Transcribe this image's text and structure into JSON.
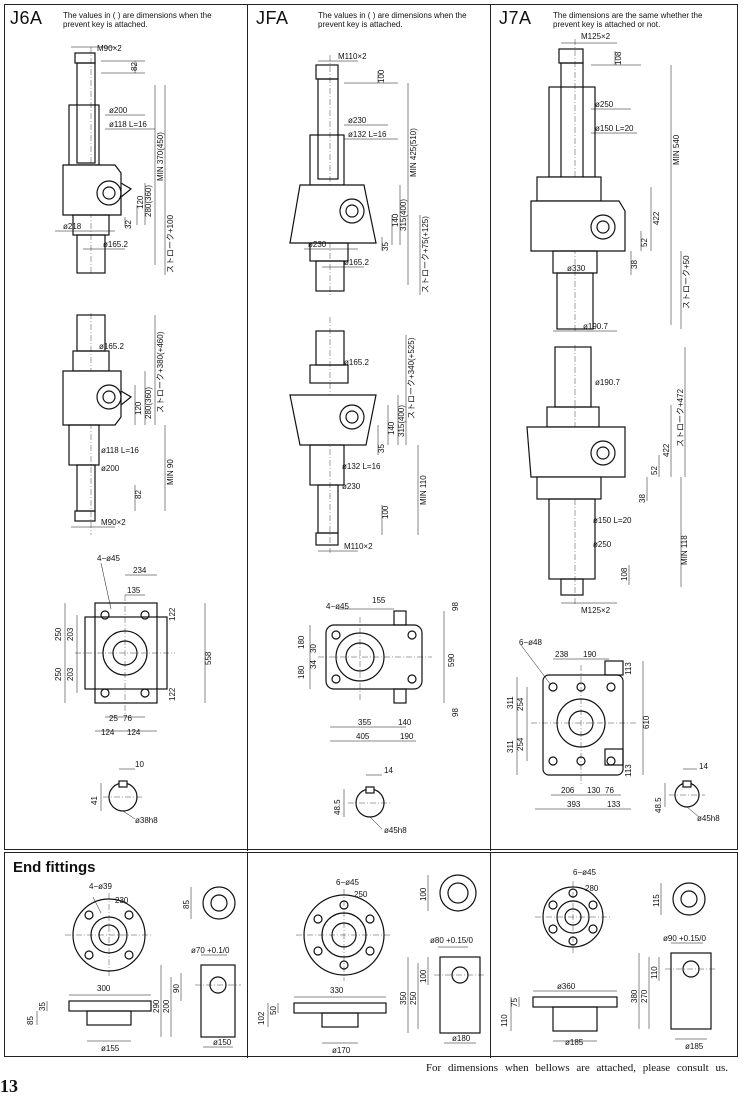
{
  "models": {
    "j6a": {
      "name": "J6A",
      "note": "The values in (  ) are dimensions when the prevent key is attached."
    },
    "jfa": {
      "name": "JFA",
      "note": "The values in (  ) are dimensions when the prevent key is attached."
    },
    "j7a": {
      "name": "J7A",
      "note": "The dimensions are the same whether the prevent key is attached or not."
    }
  },
  "dims": {
    "j6a": {
      "thread": "M90×2",
      "d82": "82",
      "d200": "ø200",
      "d118": "ø118 L=16",
      "min": "MIN 370(450)",
      "h280": "280(360)",
      "h120": "120",
      "d32": "32",
      "stroke": "ストローク+100",
      "d218": "ø218",
      "d165": "ø165.2",
      "b_d165": "ø165.2",
      "b_stroke": "ストローク+380(+460)",
      "b_h280": "280(360)",
      "b_h120": "120",
      "b_d118": "ø118 L=16",
      "b_d200": "ø200",
      "b_min": "MIN 90",
      "b_d82": "82",
      "b_thread": "M90×2",
      "p_holes": "4−ø45",
      "p_234": "234",
      "p_135": "135",
      "p_122a": "122",
      "p_250a": "250",
      "p_203a": "203",
      "p_250b": "250",
      "p_203b": "203",
      "p_558": "558",
      "p_122b": "122",
      "p_25": "25",
      "p_76": "76",
      "p_124a": "124",
      "p_124b": "124",
      "k_10": "10",
      "k_41": "41",
      "k_d38": "ø38h8"
    },
    "jfa": {
      "thread": "M110×2",
      "d100": "100",
      "d230": "ø230",
      "d132": "ø132 L=16",
      "min": "MIN 425(510)",
      "h315": "315(400)",
      "h140": "140",
      "d35": "35",
      "stroke": "ストローク+75(+125)",
      "d230b": "ø230",
      "d165": "ø165.2",
      "b_d165": "ø165.2",
      "b_stroke": "ストローク+340(+525)",
      "b_h315": "315(400)",
      "b_h140": "140",
      "b_d35": "35",
      "b_d132": "ø132 L=16",
      "b_d230": "ø230",
      "b_min": "MIN 110",
      "b_d100": "100",
      "b_thread": "M110×2",
      "p_holes": "4−ø45",
      "p_155": "155",
      "p_98a": "98",
      "p_180a": "180",
      "p_180b": "180",
      "p_30": "30",
      "p_34": "34",
      "p_590": "590",
      "p_98b": "98",
      "p_355": "355",
      "p_140": "140",
      "p_405": "405",
      "p_190": "190",
      "k_14": "14",
      "k_48": "48.5",
      "k_d45": "ø45h8"
    },
    "j7a": {
      "thread": "M125×2",
      "d108": "108",
      "d250": "ø250",
      "d150": "ø150 L=20",
      "min": "MIN 540",
      "h422": "422",
      "h52": "52",
      "d38": "38",
      "stroke": "ストローク+50",
      "d330": "ø330",
      "d190": "ø190.7",
      "b_d190": "ø190.7",
      "b_stroke": "ストローク+472",
      "b_h422": "422",
      "b_h52": "52",
      "b_d38": "38",
      "b_d150": "ø150 L=20",
      "b_d250": "ø250",
      "b_min": "MIN 118",
      "b_d108": "108",
      "b_thread": "M125×2",
      "p_holes": "6−ø48",
      "p_238": "238",
      "p_190": "190",
      "p_113a": "113",
      "p_311a": "311",
      "p_254a": "254",
      "p_311b": "311",
      "p_254b": "254",
      "p_610": "610",
      "p_113b": "113",
      "p_206": "206",
      "p_130": "130",
      "p_76": "76",
      "p_393": "393",
      "p_133": "133",
      "k_14": "14",
      "k_48": "48.5",
      "k_d45": "ø45h8"
    }
  },
  "end_fittings": {
    "title": "End fittings",
    "j6a": {
      "holes": "4−ø39",
      "d230": "230",
      "d85": "85",
      "d300": "300",
      "d35": "35",
      "d85b": "85",
      "d155": "ø155",
      "d70": "ø70 +0.1/0",
      "d90": "90",
      "d200": "200",
      "d290": "290",
      "d150": "ø150"
    },
    "jfa": {
      "holes": "6−ø45",
      "d250": "250",
      "d100": "100",
      "d330": "330",
      "d50": "50",
      "d102": "102",
      "d170": "ø170",
      "d80": "ø80 +0.15/0",
      "d100b": "100",
      "d250b": "250",
      "d350": "350",
      "d180": "ø180"
    },
    "j7a": {
      "holes": "6−ø45",
      "d280": "280",
      "d115": "115",
      "d360": "ø360",
      "d75": "75",
      "d110": "110",
      "d185": "ø185",
      "d90": "ø90 +0.15/0",
      "d110b": "110",
      "d270": "270",
      "d380": "380",
      "d185b": "ø185"
    }
  },
  "footer": "For dimensions when bellows are attached, please consult us.",
  "page_number": "13"
}
